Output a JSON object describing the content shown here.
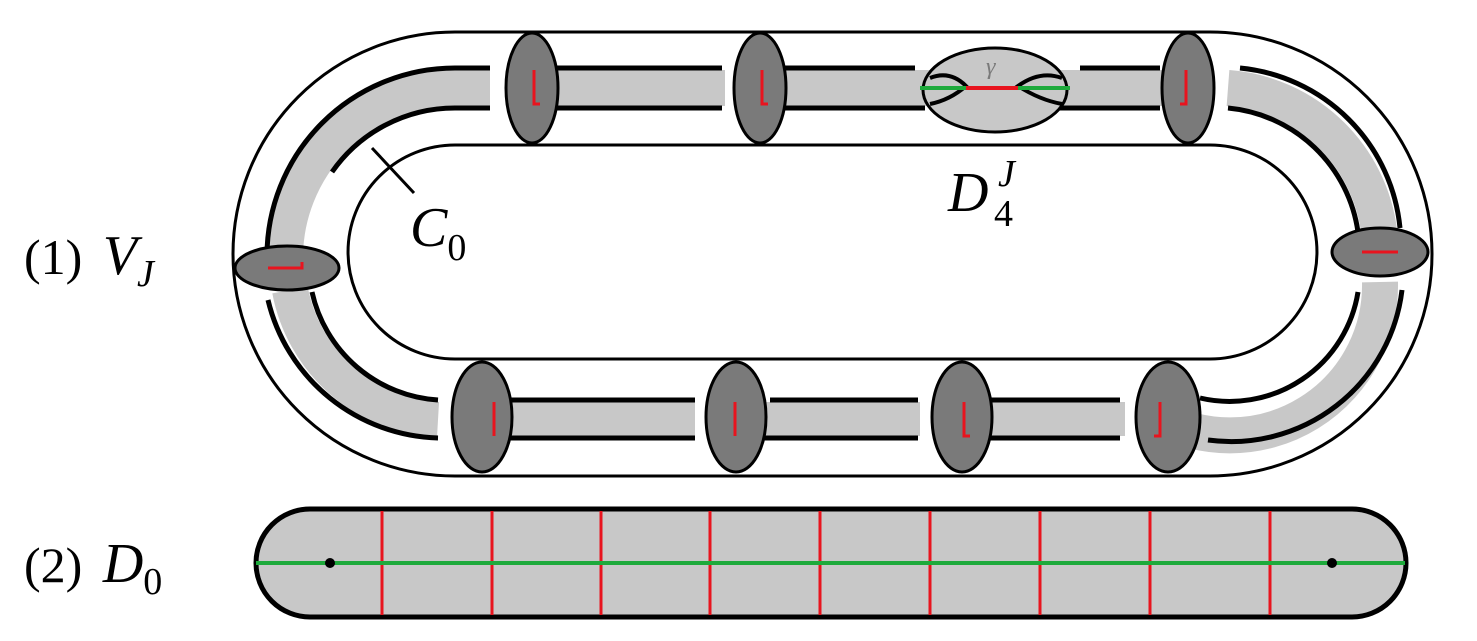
{
  "labels": {
    "panel1_number": "(1)",
    "panel1_symbol": "V",
    "panel1_sub": "J",
    "panel2_number": "(2)",
    "panel2_symbol": "D",
    "panel2_sub": "0",
    "curve_symbol": "C",
    "curve_sub": "0",
    "disk_symbol": "D",
    "disk_sub": "4",
    "disk_sup": "J",
    "gamma": "γ"
  },
  "colors": {
    "outline": "#000000",
    "tube_fill": "#c8c8c8",
    "disk_fill": "#7a7a7a",
    "arc_red": "#e8141e",
    "arc_green": "#1eaa3c",
    "background": "#ffffff"
  }
}
